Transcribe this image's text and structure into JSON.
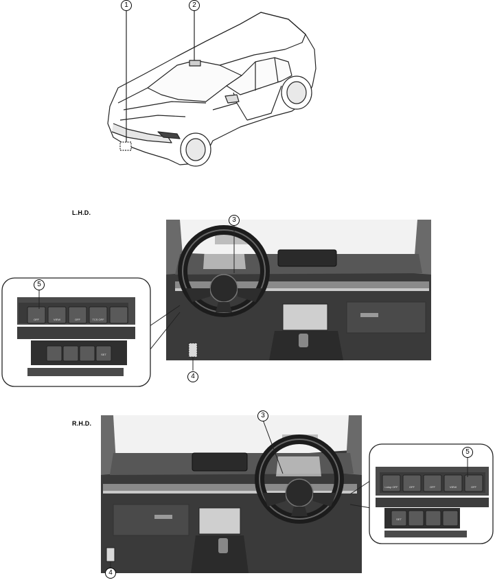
{
  "sections": {
    "lhd_label": "L.H.D.",
    "rhd_label": "R.H.D."
  },
  "callouts": {
    "c1": "1",
    "c2": "2",
    "c3_lhd": "3",
    "c4_lhd": "4",
    "c5_lhd": "5",
    "c3_rhd": "3",
    "c4_rhd": "4",
    "c5_rhd": "5"
  },
  "switch_panel": {
    "off": "OFF",
    "view": "VIEW",
    "tcs_off": "TCS OFF",
    "i_stop_off": "i-stop OFF",
    "set": "SET"
  },
  "colors": {
    "line": "#222222",
    "dash": "#3a3a3a",
    "dash_light": "#6a6a6a",
    "panel": "#4a4a4a",
    "button": "#5a5a5a",
    "highlight": "#bdbdbd"
  }
}
